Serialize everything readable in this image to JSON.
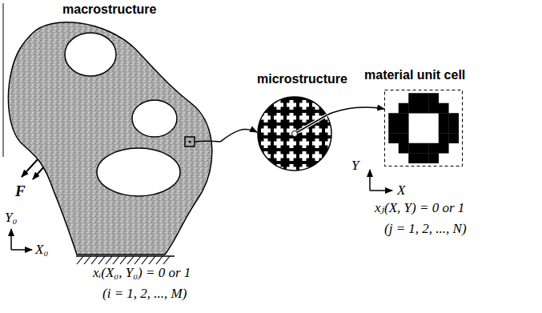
{
  "diagram": {
    "nodes": [
      {
        "text": [
          "macrostructure"
        ]
      },
      {
        "text": [
          "microstructure"
        ]
      },
      {
        "text": [
          "material unit cell"
        ]
      }
    ],
    "edges": [
      {
        "from": 0,
        "to": 1,
        "arrow": "to"
      },
      {
        "from": 1,
        "to": 2,
        "arrow": "to"
      }
    ],
    "labels": [
      "F",
      "Y₀",
      "X₀",
      "xᵢ(X₀, Y₀) = 0 or 1",
      "(i = 1, 2, ..., M)",
      "Y",
      "X",
      "xⱼ(X, Y) = 0 or 1",
      "(j = 1, 2, ..., N)"
    ]
  }
}
